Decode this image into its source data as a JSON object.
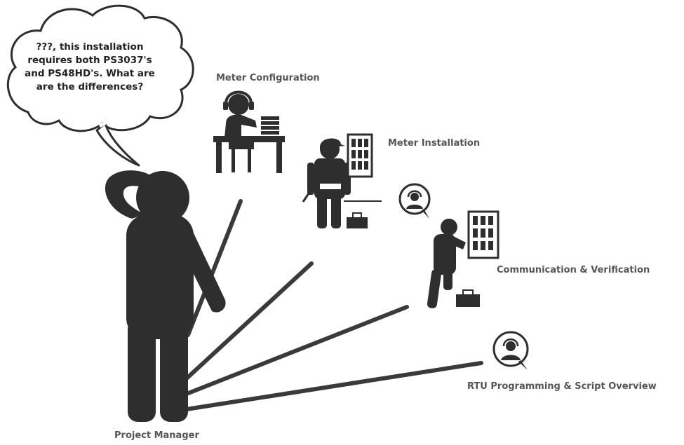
{
  "speech_bubble": {
    "text": "???, this installation\nrequires both PS3037's\nand PS48HD's. What are\nare the differences?"
  },
  "roles": {
    "project_manager": "Project Manager",
    "meter_configuration": "Meter Configuration",
    "meter_installation": "Meter Installation",
    "communication_verification": "Communication & Verification",
    "rtu_programming": "RTU Programming & Script Overview"
  },
  "colors": {
    "figure": "#2e2e2e",
    "label": "#555555",
    "background": "#ffffff"
  }
}
